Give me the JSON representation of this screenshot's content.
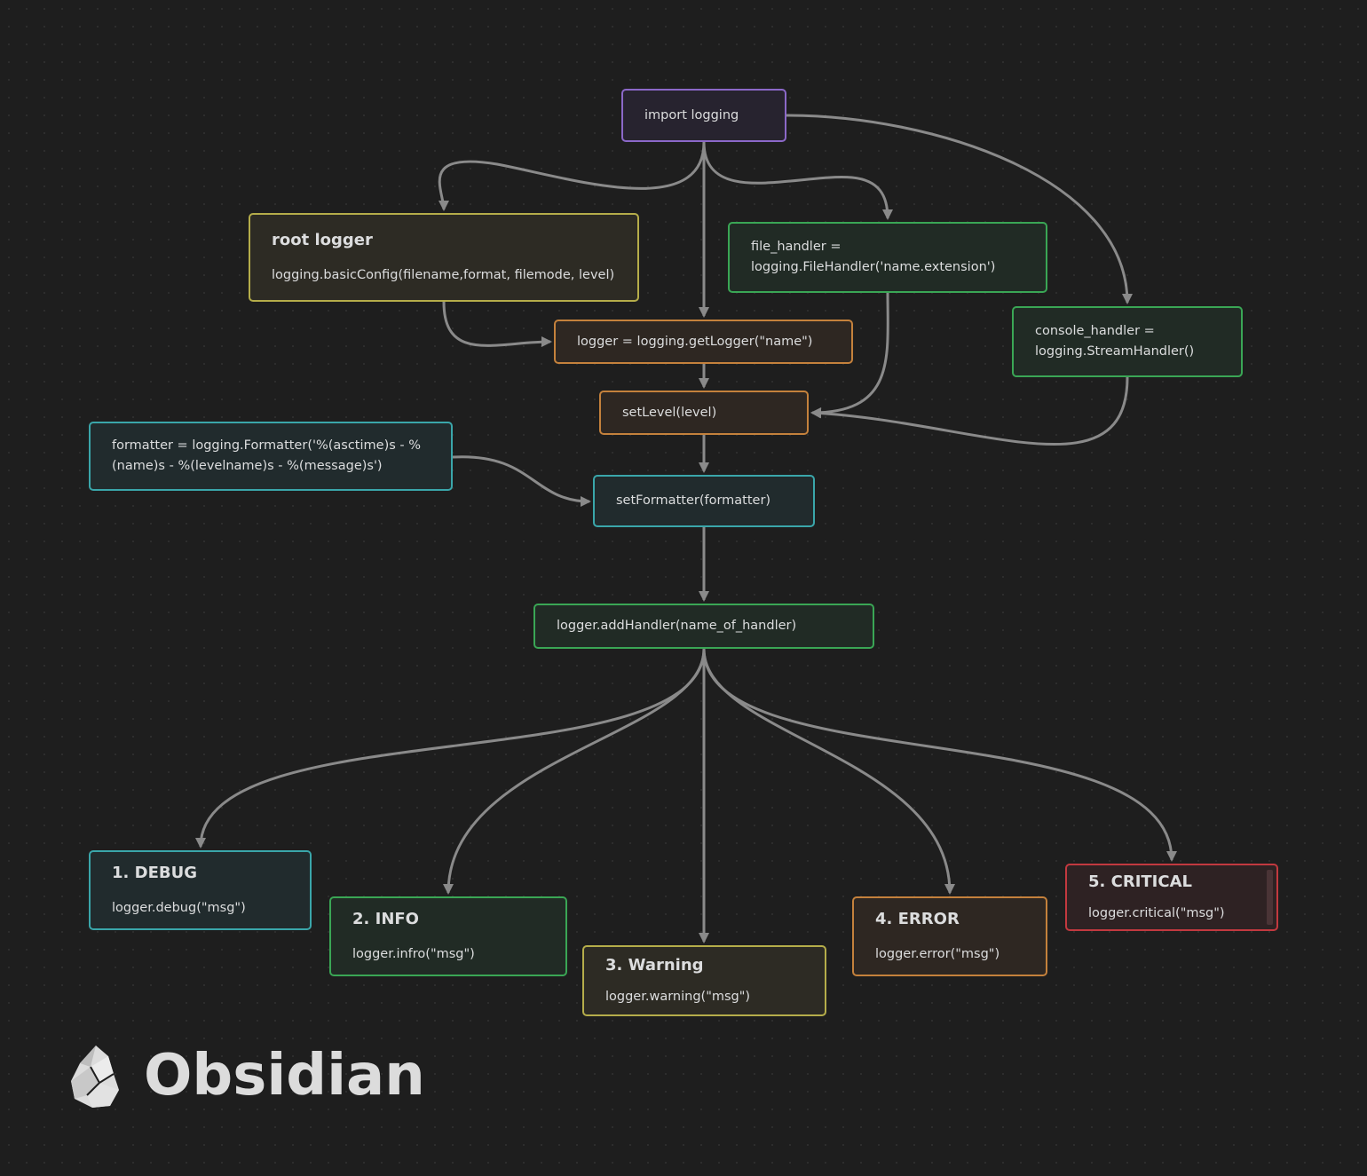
{
  "nodes": {
    "import": {
      "text": "import logging"
    },
    "root": {
      "title": "root logger",
      "text": "logging.basicConfig(filename,format, filemode, level)"
    },
    "file_handler": {
      "text": "file_handler =\nlogging.FileHandler('name.extension')"
    },
    "console_handler": {
      "text": "console_handler =\nlogging.StreamHandler()"
    },
    "get_logger": {
      "text": "logger = logging.getLogger(\"name\")"
    },
    "set_level": {
      "text": "setLevel(level)"
    },
    "formatter": {
      "text": "formatter = logging.Formatter('%(asctime)s - %\n(name)s - %(levelname)s - %(message)s')"
    },
    "set_formatter": {
      "text": "setFormatter(formatter)"
    },
    "add_handler": {
      "text": "logger.addHandler(name_of_handler)"
    },
    "debug": {
      "title": "1. DEBUG",
      "text": "logger.debug(\"msg\")"
    },
    "info": {
      "title": "2. INFO",
      "text": "logger.infro(\"msg\")"
    },
    "warning": {
      "title": "3. Warning",
      "text": "logger.warning(\"msg\")"
    },
    "error": {
      "title": "4. ERROR",
      "text": "logger.error(\"msg\")"
    },
    "critical": {
      "title": "5. CRITICAL",
      "text": "logger.critical(\"msg\")"
    }
  },
  "edges": [
    {
      "from": "import",
      "to": "root"
    },
    {
      "from": "import",
      "to": "get_logger"
    },
    {
      "from": "import",
      "to": "file_handler"
    },
    {
      "from": "import",
      "to": "console_handler"
    },
    {
      "from": "root",
      "to": "get_logger"
    },
    {
      "from": "get_logger",
      "to": "set_level"
    },
    {
      "from": "file_handler",
      "to": "set_level"
    },
    {
      "from": "console_handler",
      "to": "set_level"
    },
    {
      "from": "set_level",
      "to": "set_formatter"
    },
    {
      "from": "formatter",
      "to": "set_formatter"
    },
    {
      "from": "set_formatter",
      "to": "add_handler"
    },
    {
      "from": "add_handler",
      "to": "debug"
    },
    {
      "from": "add_handler",
      "to": "info"
    },
    {
      "from": "add_handler",
      "to": "warning"
    },
    {
      "from": "add_handler",
      "to": "error"
    },
    {
      "from": "add_handler",
      "to": "critical"
    }
  ],
  "colors": {
    "background": "#1e1e1e",
    "edge": "#8a8a8a",
    "purple": "#8b68c8",
    "yellow": "#b5ad4a",
    "green": "#3aa655",
    "orange": "#c4813c",
    "cyan": "#3aa6aa",
    "red": "#c2393f"
  },
  "brand": {
    "name": "Obsidian",
    "icon": "obsidian-logo-icon"
  }
}
